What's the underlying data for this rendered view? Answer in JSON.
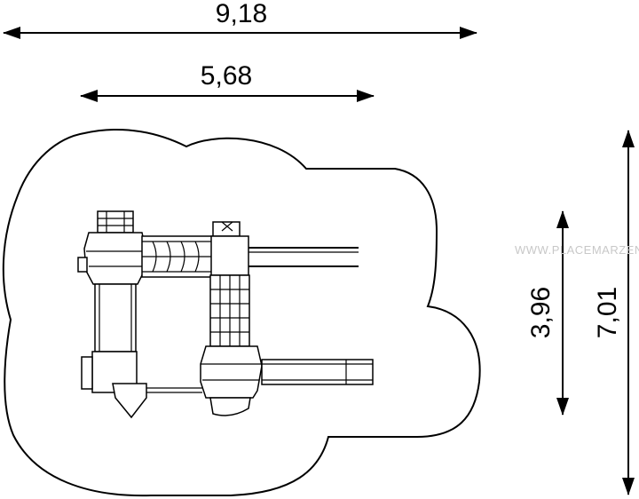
{
  "dimensions": {
    "overall_width": "9,18",
    "structure_width": "5,68",
    "structure_depth": "3,96",
    "overall_depth": "7,01"
  },
  "watermark": "WWW.PLACEMARZEN.PL",
  "colors": {
    "line": "#000000",
    "background": "#ffffff",
    "watermark": "#c8c8c8"
  }
}
